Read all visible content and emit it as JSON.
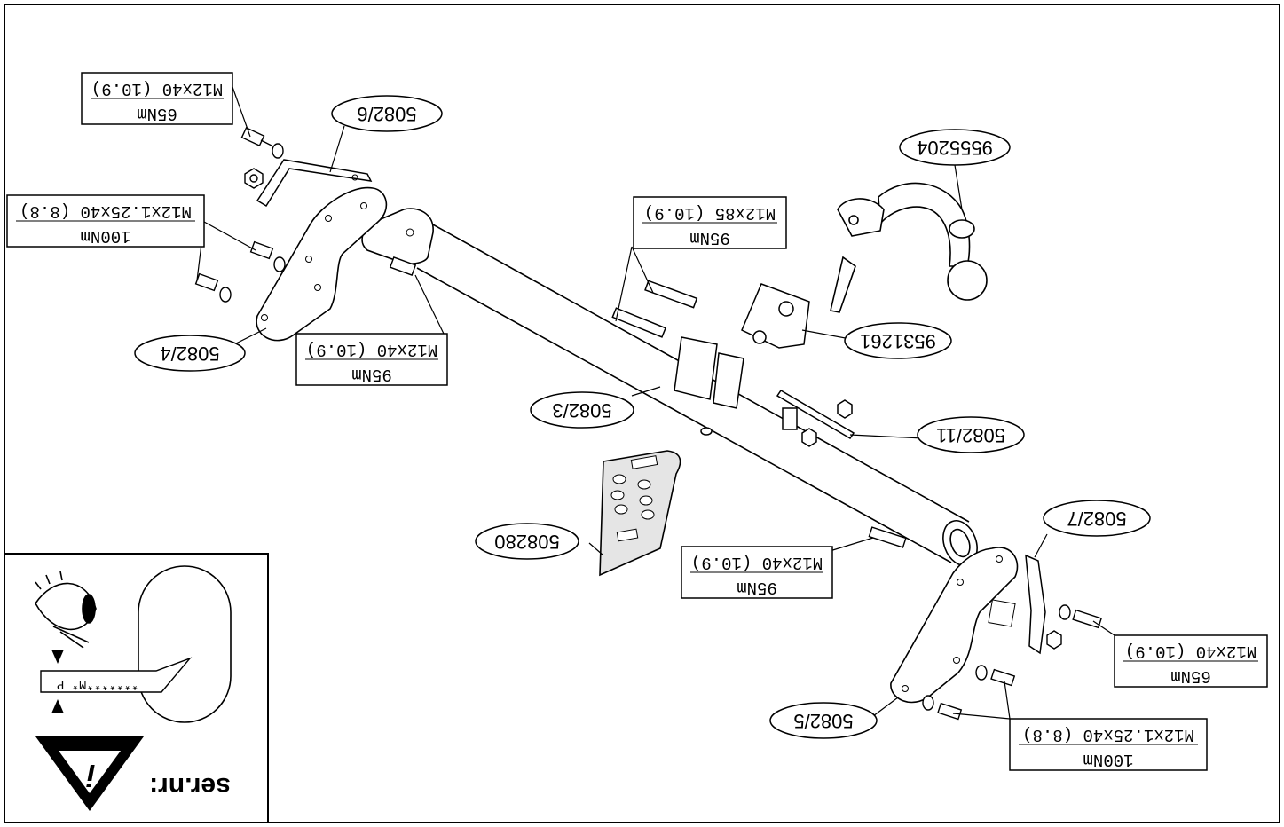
{
  "parts": {
    "p1": "5082/6",
    "p2": "5082/4",
    "p3": "5082/3",
    "p4": "9555204",
    "p5": "9531261",
    "p6": "5082/11",
    "p7": "508280",
    "p8": "5082/7",
    "p9": "5082/5"
  },
  "bolts": {
    "b1": {
      "size": "M12x40 (10.9)",
      "torque": "65Nm"
    },
    "b2": {
      "size": "M12x1.25x40 (8.8)",
      "torque": "100Nm"
    },
    "b3": {
      "size": "M12x40 (10.9)",
      "torque": "95Nm"
    },
    "b4": {
      "size": "M12x85 (10.9)",
      "torque": "95Nm"
    },
    "b5": {
      "size": "M12x40 (10.9)",
      "torque": "95Nm"
    },
    "b6": {
      "size": "M12x40 (10.9)",
      "torque": "65Nm"
    },
    "b7": {
      "size": "M12x1.25x40 (8.8)",
      "torque": "100Nm"
    }
  },
  "legend": {
    "serial": "ser.nr:",
    "plate_code": "*******M* P"
  },
  "colors": {
    "ink": "#000000",
    "paper": "#ffffff",
    "shade": "#d9d9d9"
  }
}
